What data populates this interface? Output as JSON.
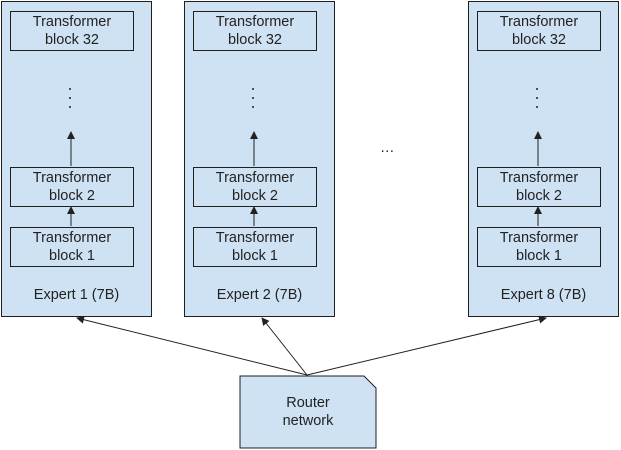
{
  "experts": [
    {
      "label": "Expert 1 (7B)",
      "blocks": {
        "top": "Transformer\nblock 32",
        "middle": "Transformer\nblock 2",
        "bottom": "Transformer\nblock 1"
      }
    },
    {
      "label": "Expert 2 (7B)",
      "blocks": {
        "top": "Transformer\nblock 32",
        "middle": "Transformer\nblock 2",
        "bottom": "Transformer\nblock 1"
      }
    },
    {
      "label": "Expert 8 (7B)",
      "blocks": {
        "top": "Transformer\nblock 32",
        "middle": "Transformer\nblock 2",
        "bottom": "Transformer\nblock 1"
      }
    }
  ],
  "ellipsis": "…",
  "router": {
    "label": "Router\nnetwork"
  }
}
